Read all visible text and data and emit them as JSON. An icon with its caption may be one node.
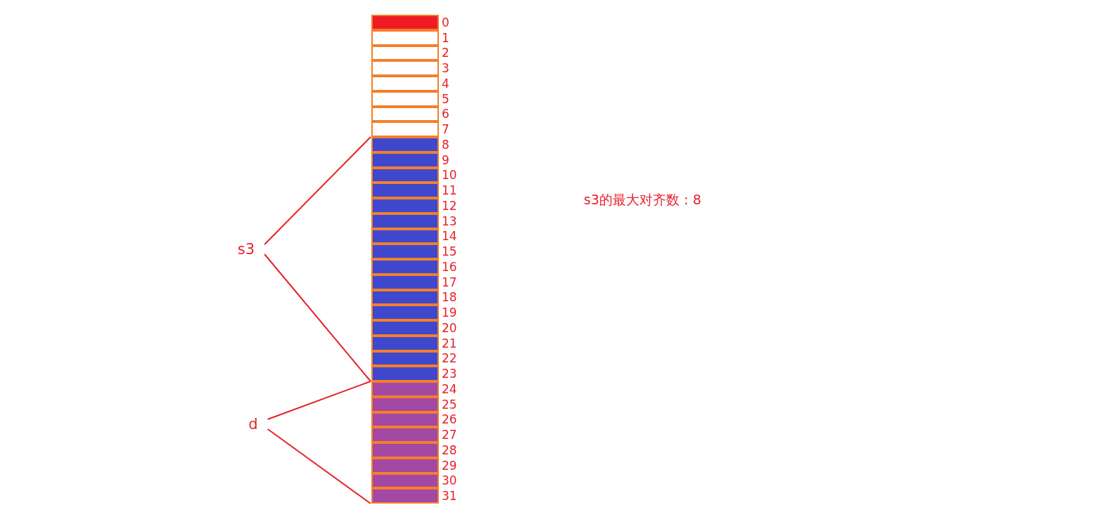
{
  "diagram": {
    "nodes": [
      {
        "text": [],
        "shape": "box",
        "beside": [
          "0"
        ]
      },
      {
        "text": [],
        "shape": "box",
        "beside": [
          "1"
        ]
      },
      {
        "text": [],
        "shape": "box",
        "beside": [
          "2"
        ]
      },
      {
        "text": [],
        "shape": "box",
        "beside": [
          "3"
        ]
      },
      {
        "text": [],
        "shape": "box",
        "beside": [
          "4"
        ]
      },
      {
        "text": [],
        "shape": "box",
        "beside": [
          "5"
        ]
      },
      {
        "text": [],
        "shape": "box",
        "beside": [
          "6"
        ]
      },
      {
        "text": [],
        "shape": "box",
        "beside": [
          "7"
        ]
      },
      {
        "text": [],
        "shape": "box",
        "beside": [
          "8"
        ]
      },
      {
        "text": [],
        "shape": "box",
        "beside": [
          "9"
        ]
      },
      {
        "text": [],
        "shape": "box",
        "beside": [
          "10"
        ]
      },
      {
        "text": [],
        "shape": "box",
        "beside": [
          "11"
        ]
      },
      {
        "text": [],
        "shape": "box",
        "beside": [
          "12"
        ]
      },
      {
        "text": [],
        "shape": "box",
        "beside": [
          "13"
        ]
      },
      {
        "text": [],
        "shape": "box",
        "beside": [
          "14"
        ]
      },
      {
        "text": [],
        "shape": "box",
        "beside": [
          "15"
        ]
      },
      {
        "text": [],
        "shape": "box",
        "beside": [
          "16"
        ]
      },
      {
        "text": [],
        "shape": "box",
        "beside": [
          "17"
        ]
      },
      {
        "text": [],
        "shape": "box",
        "beside": [
          "18"
        ]
      },
      {
        "text": [],
        "shape": "box",
        "beside": [
          "19"
        ]
      },
      {
        "text": [],
        "shape": "box",
        "beside": [
          "20"
        ]
      },
      {
        "text": [],
        "shape": "box",
        "beside": [
          "21"
        ]
      },
      {
        "text": [],
        "shape": "box",
        "beside": [
          "22"
        ]
      },
      {
        "text": [],
        "shape": "box",
        "beside": [
          "23"
        ]
      },
      {
        "text": [],
        "shape": "box",
        "beside": [
          "24"
        ]
      },
      {
        "text": [],
        "shape": "box",
        "beside": [
          "25"
        ]
      },
      {
        "text": [],
        "shape": "box",
        "beside": [
          "26"
        ]
      },
      {
        "text": [],
        "shape": "box",
        "beside": [
          "27"
        ]
      },
      {
        "text": [],
        "shape": "box",
        "beside": [
          "28"
        ]
      },
      {
        "text": [],
        "shape": "box",
        "beside": [
          "29"
        ]
      },
      {
        "text": [],
        "shape": "box",
        "beside": [
          "30"
        ]
      },
      {
        "text": [],
        "shape": "box",
        "beside": [
          "31"
        ]
      },
      {
        "text": [
          "s3"
        ]
      },
      {
        "text": [
          "d"
        ]
      }
    ],
    "edges": [
      {
        "from": 32,
        "to": 8,
        "arrow": "none"
      },
      {
        "from": 32,
        "to": 23,
        "arrow": "none"
      },
      {
        "from": 33,
        "to": 24,
        "arrow": "none"
      },
      {
        "from": 33,
        "to": 31,
        "arrow": "none"
      }
    ],
    "labels": [
      "s3的最大对齐数：8"
    ]
  }
}
